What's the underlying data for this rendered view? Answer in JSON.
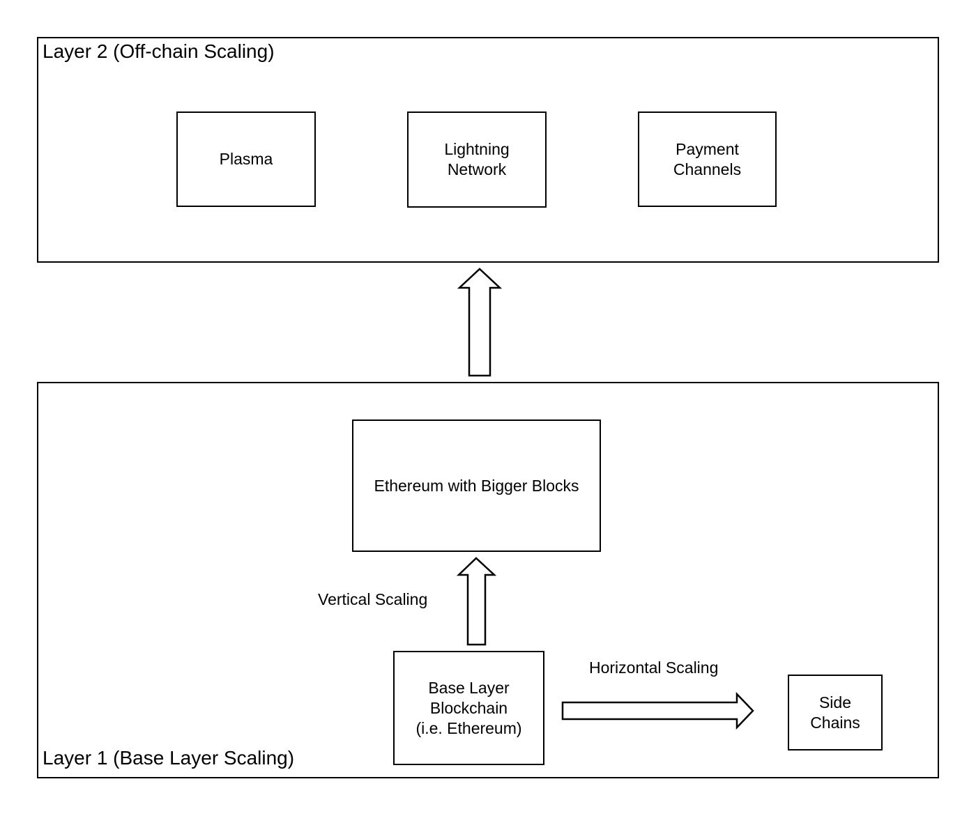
{
  "layer2": {
    "title": "Layer 2 (Off-chain Scaling)",
    "nodes": {
      "plasma": "Plasma",
      "lightning": "Lightning\nNetwork",
      "payment": "Payment\nChannels"
    }
  },
  "layer1": {
    "title": "Layer 1 (Base Layer Scaling)",
    "nodes": {
      "bigger_blocks": "Ethereum with Bigger Blocks",
      "base_layer": "Base Layer\nBlockchain\n(i.e. Ethereum)",
      "side_chains": "Side\nChains"
    },
    "edge_labels": {
      "vertical": "Vertical Scaling",
      "horizontal": "Horizontal Scaling"
    }
  }
}
